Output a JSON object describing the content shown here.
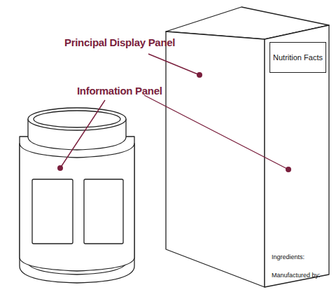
{
  "diagram": {
    "nodes": [
      {
        "text": [
          "Nutrition Facts"
        ]
      }
    ],
    "labels": [
      "Principal Display Panel",
      "Information Panel",
      "Ingredients:",
      "Manufactured by:"
    ]
  }
}
